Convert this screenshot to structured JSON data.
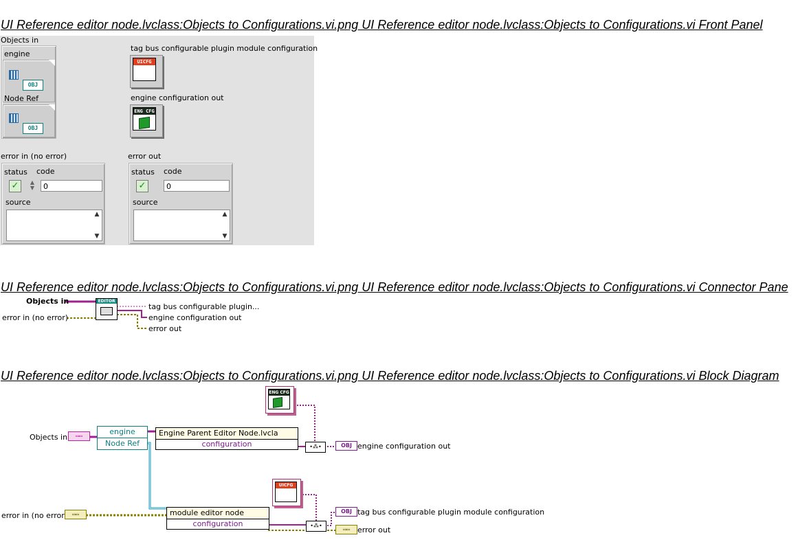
{
  "headings": {
    "front_panel": "UI Reference editor node.lvclass:Objects to Configurations.vi.png  UI Reference editor node.lvclass:Objects to Configurations.vi Front Panel",
    "connector_pane": "UI Reference editor node.lvclass:Objects to Configurations.vi.png  UI Reference editor node.lvclass:Objects to Configurations.vi Connector Pane",
    "block_diagram": "UI Reference editor node.lvclass:Objects to Configurations.vi.png  UI Reference editor node.lvclass:Objects to Configurations.vi Block Diagram"
  },
  "front_panel": {
    "objects_in": {
      "label": "Objects in",
      "engine_label": "engine",
      "node_ref_label": "Node Ref",
      "obj_tag": "OBJ"
    },
    "tag_bus_cfg": {
      "label": "tag bus configurable plugin module configuration",
      "tag": "UICFG"
    },
    "engine_cfg_out": {
      "label": "engine configuration out",
      "tag": "ENG CFG"
    },
    "error_in": {
      "label": "error in (no error)",
      "status_label": "status",
      "code_label": "code",
      "code_value": "0",
      "source_label": "source"
    },
    "error_out": {
      "label": "error out",
      "status_label": "status",
      "code_label": "code",
      "code_value": "0",
      "source_label": "source"
    }
  },
  "connector_pane": {
    "objects_in": "Objects in",
    "error_in": "error in (no error)",
    "icon_tag": "EDITOR",
    "tag_bus": "tag bus configurable plugin...",
    "engine_cfg_out": "engine configuration out",
    "error_out": "error out"
  },
  "block_diagram": {
    "objects_in": "Objects in",
    "error_in": "error in (no error)",
    "unbundle": {
      "engine": "engine",
      "node_ref": "Node Ref"
    },
    "engine_node": {
      "title": "Engine Parent Editor Node.lvcla",
      "property": "configuration"
    },
    "module_node": {
      "title": "module editor node",
      "property": "configuration"
    },
    "eng_cfg_tag": "ENG CFG",
    "ui_cfg_tag": "UICFG",
    "obj_tag": "OBJ",
    "engine_cfg_out": "engine configuration out",
    "tag_bus_out": "tag bus configurable plugin module configuration",
    "error_out": "error out"
  },
  "colors": {
    "class_wire": "#a11f8f",
    "error_wire": "#8a8000",
    "ref_wire": "#2f9dbd",
    "uicfg_red": "#e0401f",
    "engcfg_dark": "#1d2b1f"
  }
}
